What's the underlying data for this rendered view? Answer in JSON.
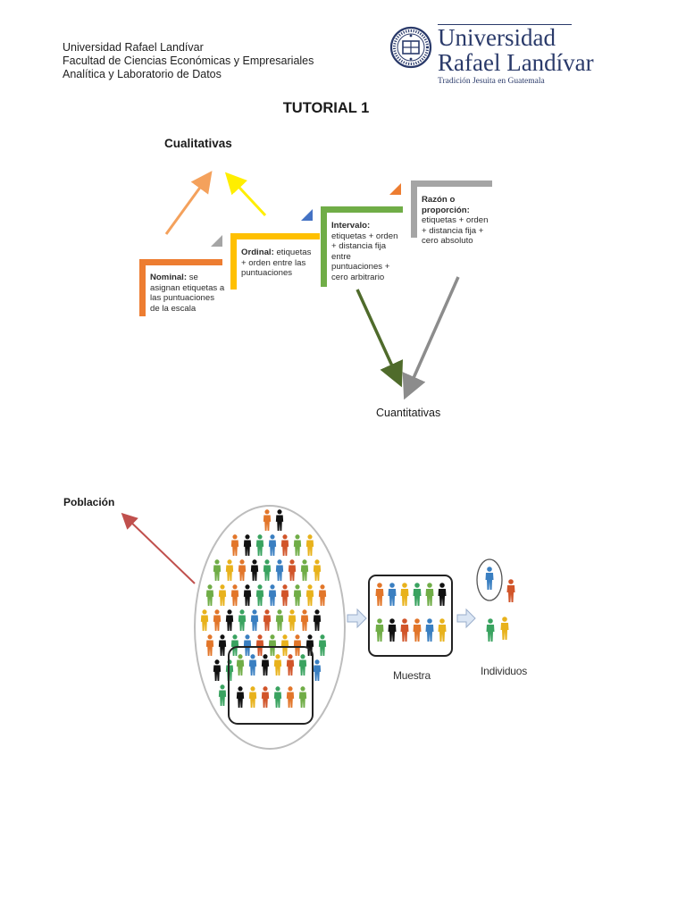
{
  "header": {
    "line1": "Universidad Rafael Landívar",
    "line2": "Facultad de Ciencias Económicas y Empresariales",
    "line3": "Analítica y Laboratorio de Datos"
  },
  "logo": {
    "word1": "Universidad",
    "word2": "Rafael Landívar",
    "tagline": "Tradición Jesuita en Guatemala"
  },
  "page_title": "TUTORIAL 1",
  "scales_diagram": {
    "qualitative_label": "Cualitativas",
    "quantitative_label": "Cuantitativas",
    "nominal": {
      "term": "Nominal:",
      "text": "se asignan etiquetas a las puntuaciones de la escala",
      "color": "#ed7d31"
    },
    "ordinal": {
      "term": "Ordinal:",
      "text": "etiquetas + orden entre las puntuaciones",
      "color": "#ffc000"
    },
    "interval": {
      "term": "Intervalo:",
      "text": "etiquetas + orden + distancia fija entre puntuaciones + cero arbitrario",
      "color": "#70ad47"
    },
    "ratio": {
      "term": "Razón o proporción:",
      "text": "etiquetas + orden + distancia fija + cero absoluto",
      "color": "#a5a5a5"
    }
  },
  "population_figure": {
    "population_label": "Población",
    "sample_label": "Muestra",
    "individuals_label": "Individuos"
  }
}
